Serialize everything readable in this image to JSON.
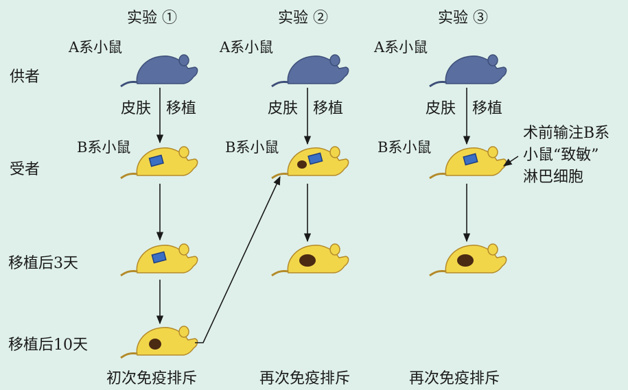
{
  "experiments": [
    {
      "title": "实验 ①",
      "donor": "A系小鼠",
      "graft_left": "皮肤",
      "graft_right": "移植",
      "recipient": "B系小鼠",
      "outcome": "初次免疫排斥"
    },
    {
      "title": "实验 ②",
      "donor": "A系小鼠",
      "graft_left": "皮肤",
      "graft_right": "移植",
      "recipient": "B系小鼠",
      "outcome": "再次免疫排斥"
    },
    {
      "title": "实验 ③",
      "donor": "A系小鼠",
      "graft_left": "皮肤",
      "graft_right": "移植",
      "recipient": "B系小鼠",
      "outcome": "再次免疫排斥"
    }
  ],
  "rows": {
    "donor": "供者",
    "recipient": "受者",
    "day3": "移植后3天",
    "day10": "移植后10天"
  },
  "annotation": [
    "术前输注B系",
    "小鼠“致敏”",
    "淋巴细胞"
  ],
  "colors": {
    "background": "#dff0ea",
    "donor_mouse": "#5a6fa0",
    "recipient_mouse": "#f2d64a",
    "graft": "#3a6fc4",
    "lesion": "#4a2a12"
  }
}
